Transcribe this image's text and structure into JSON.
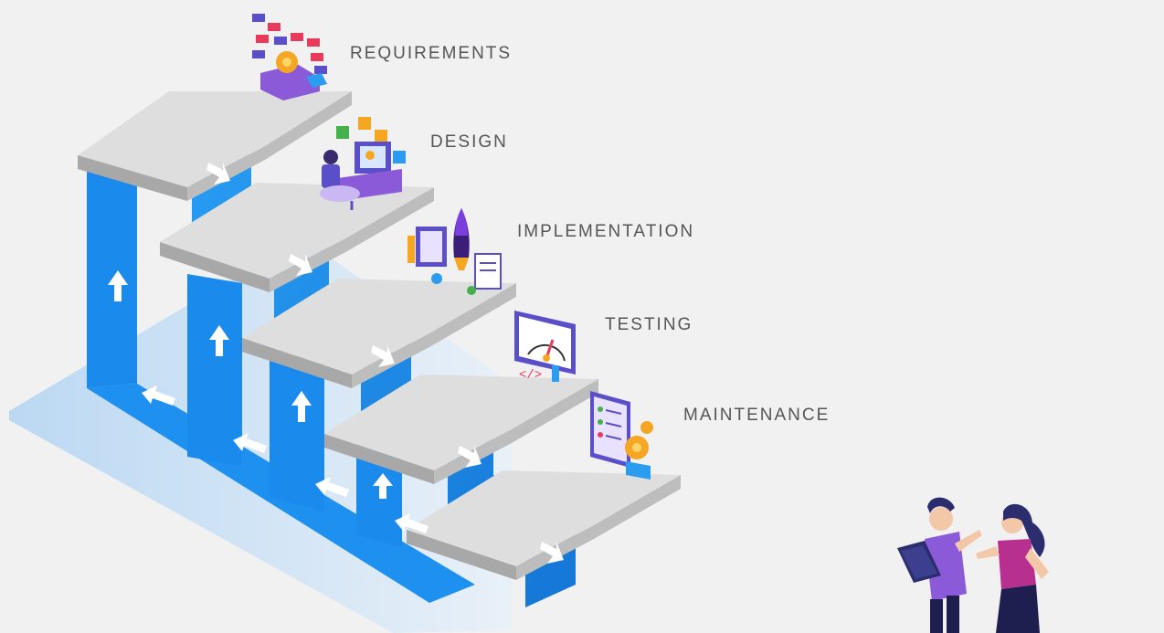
{
  "stages": [
    {
      "label": "REQUIREMENTS"
    },
    {
      "label": "DESIGN"
    },
    {
      "label": "IMPLEMENTATION"
    },
    {
      "label": "TESTING"
    },
    {
      "label": "MAINTENANCE"
    }
  ],
  "colors": {
    "background": "#f1f1f1",
    "ribbon": "#1e90ef",
    "ribbon_dark": "#1573c9",
    "step_top": "#d9d9d9",
    "step_front": "#a9a9a9",
    "shadow": "#cfe3f6",
    "label_text": "#555555"
  },
  "icons": {
    "requirements": "requirements-illustration-icon",
    "design": "designer-at-computer-icon",
    "implementation": "rocket-launch-icon",
    "testing": "speed-gauge-monitor-icon",
    "maintenance": "gear-checklist-icon",
    "people": "team-discussion-illustration"
  }
}
